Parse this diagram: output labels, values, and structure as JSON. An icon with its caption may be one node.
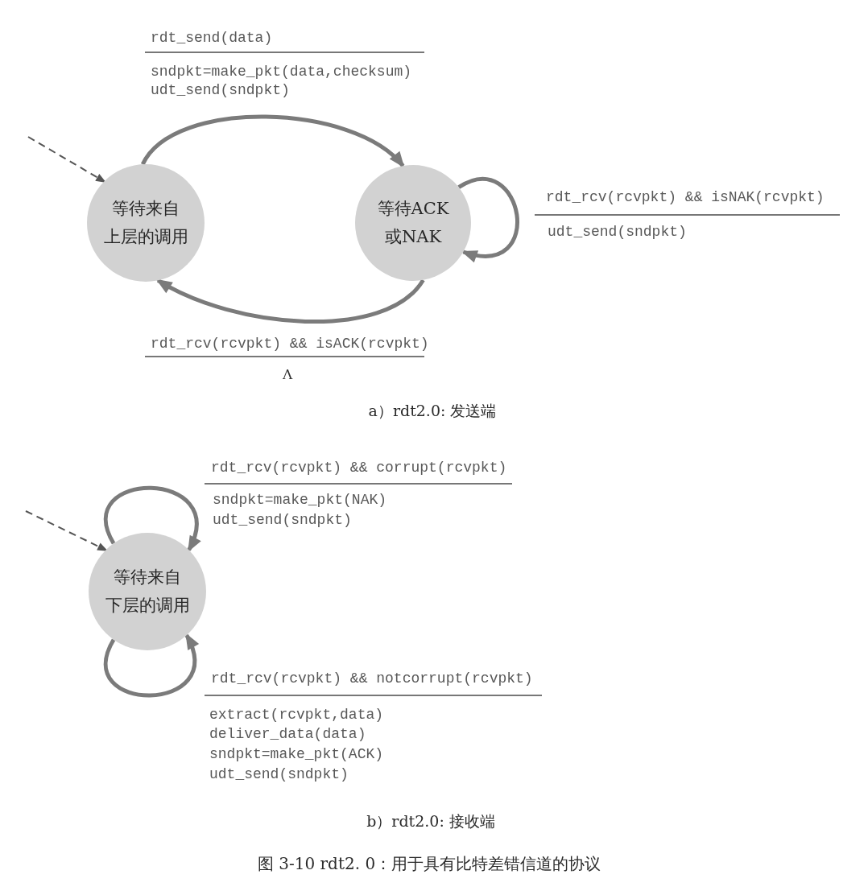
{
  "diagram": {
    "caption": "图 3-10 rdt2. 0：用于具有比特差错信道的协议",
    "nodes": [
      {
        "text": [
          "等待来自上层的调用"
        ]
      },
      {
        "text": [
          "等待ACK或NAK"
        ]
      },
      {
        "text": [
          "等待来自下层的调用"
        ]
      }
    ],
    "edges": [
      {
        "from": null,
        "to": 0,
        "arrow": "to",
        "style": "dashed",
        "color": "#555555"
      },
      {
        "from": 0,
        "to": 1,
        "arrow": "to",
        "label": "rdt_send(data)"
      },
      {
        "from": 1,
        "to": 1,
        "arrow": "to",
        "label": "rdt_rcv(rcvpkt) && isNAK(rcvpkt)"
      },
      {
        "from": 1,
        "to": 0,
        "arrow": "to",
        "label": "rdt_rcv(rcvpkt) && isACK(rcvpkt)"
      },
      {
        "from": null,
        "to": 2,
        "arrow": "to",
        "style": "dashed",
        "color": "#555555"
      },
      {
        "from": 2,
        "to": 2,
        "arrow": "to",
        "label": "rdt_rcv(rcvpkt) && corrupt(rcvpkt)"
      },
      {
        "from": 2,
        "to": 2,
        "arrow": "to",
        "label": "rdt_rcv(rcvpkt) && notcorrupt(rcvpkt)"
      }
    ],
    "labels": [
      "sndpkt=make_pkt(data,checksum)",
      "udt_send(sndpkt)",
      "udt_send(sndpkt)",
      "Λ",
      "a）rdt2.0: 发送端",
      "sndpkt=make_pkt(NAK)",
      "udt_send(sndpkt)",
      "extract(rcvpkt,data)",
      "deliver_data(data)",
      "sndpkt=make_pkt(ACK)",
      "udt_send(sndpkt)",
      "b）rdt2.0: 接收端"
    ]
  }
}
